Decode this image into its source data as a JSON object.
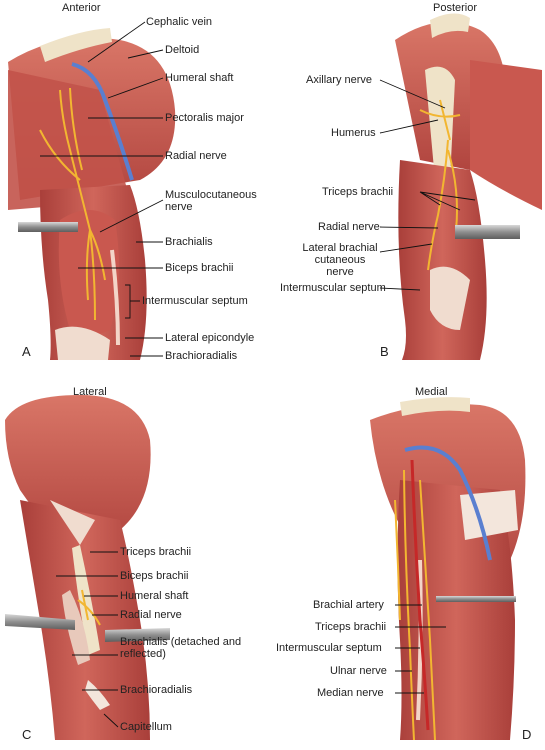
{
  "panels": {
    "a": {
      "letter": "A",
      "view": "Anterior",
      "labels": {
        "cephalic_vein": "Cephalic vein",
        "deltoid": "Deltoid",
        "humeral_shaft": "Humeral shaft",
        "pectoralis_major": "Pectoralis major",
        "radial_nerve": "Radial nerve",
        "musculocutaneous_nerve": "Musculocutaneous nerve",
        "brachialis": "Brachialis",
        "biceps_brachii": "Biceps brachii",
        "intermuscular_septum": "Intermuscular septum",
        "lateral_epicondyle": "Lateral epicondyle",
        "brachioradialis": "Brachioradialis"
      }
    },
    "b": {
      "letter": "B",
      "view": "Posterior",
      "labels": {
        "axillary_nerve": "Axillary nerve",
        "humerus": "Humerus",
        "triceps_brachii": "Triceps brachii",
        "radial_nerve": "Radial nerve",
        "lateral_brachial_cutaneous_nerve": "Lateral brachial cutaneous nerve",
        "intermuscular_septum": "Intermuscular septum"
      }
    },
    "c": {
      "letter": "C",
      "view": "Lateral",
      "labels": {
        "triceps_brachii": "Triceps brachii",
        "biceps_brachii": "Biceps brachii",
        "humeral_shaft": "Humeral shaft",
        "radial_nerve": "Radial nerve",
        "brachialis_detached": "Brachialis (detached and reflected)",
        "brachioradialis": "Brachioradialis",
        "capitellum": "Capitellum"
      }
    },
    "d": {
      "letter": "D",
      "view": "Medial",
      "labels": {
        "brachial_artery": "Brachial artery",
        "triceps_brachii": "Triceps brachii",
        "intermuscular_septum": "Intermuscular septum",
        "ulnar_nerve": "Ulnar nerve",
        "median_nerve": "Median nerve"
      }
    }
  },
  "colors": {
    "muscle": "#c9584f",
    "muscle_dark": "#a93f3a",
    "muscle_light": "#e08b7f",
    "bone": "#efe3c8",
    "nerve": "#f2b631",
    "vein": "#5a7fd0",
    "artery": "#c62828",
    "retractor": "#9a9a9a",
    "leader": "#111111"
  }
}
